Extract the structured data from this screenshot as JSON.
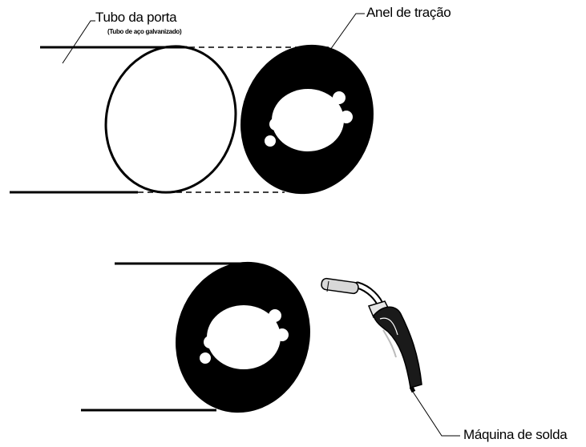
{
  "labels": {
    "door_tube": "Tubo da porta",
    "door_tube_note": "(Tubo de aço galvanizado)",
    "traction_ring": "Anel de tração",
    "welding_machine": "Máquina de solda"
  },
  "colors": {
    "ink": "#000000",
    "background": "#ffffff",
    "torch_nozzle": "#d8d8d8",
    "torch_body": "#1a1a1a"
  }
}
